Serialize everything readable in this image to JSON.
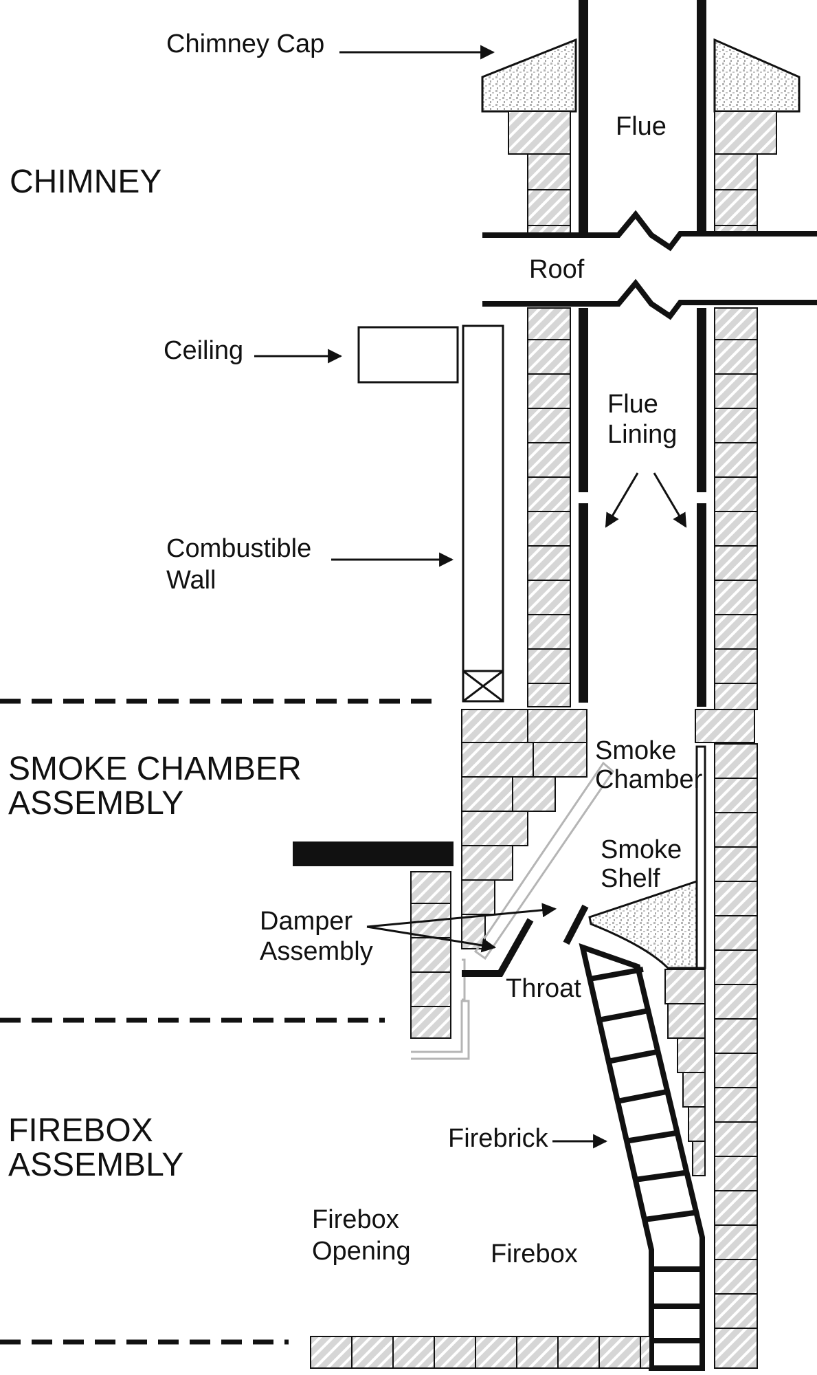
{
  "sections": {
    "chimney": "CHIMNEY",
    "smoke_chamber": [
      "SMOKE CHAMBER",
      "ASSEMBLY"
    ],
    "firebox": [
      "FIREBOX",
      "ASSEMBLY"
    ]
  },
  "labels": {
    "chimney_cap": "Chimney Cap",
    "flue": "Flue",
    "roof": "Roof",
    "ceiling": "Ceiling",
    "flue_lining": [
      "Flue",
      "Lining"
    ],
    "combustible_wall": [
      "Combustible",
      "Wall"
    ],
    "smoke_chamber": [
      "Smoke",
      "Chamber"
    ],
    "smoke_shelf": [
      "Smoke",
      "Shelf"
    ],
    "damper_assembly": [
      "Damper",
      "Assembly"
    ],
    "throat": "Throat",
    "firebrick": "Firebrick",
    "firebox_opening": [
      "Firebox",
      "Opening"
    ],
    "firebox": "Firebox"
  },
  "colors": {
    "line": "#111111",
    "brick_fill": "#d6d6d6",
    "brick_hatch": "#ffffff",
    "stipple": "#bdbdbd",
    "damper_gray": "#b5b5b5"
  }
}
